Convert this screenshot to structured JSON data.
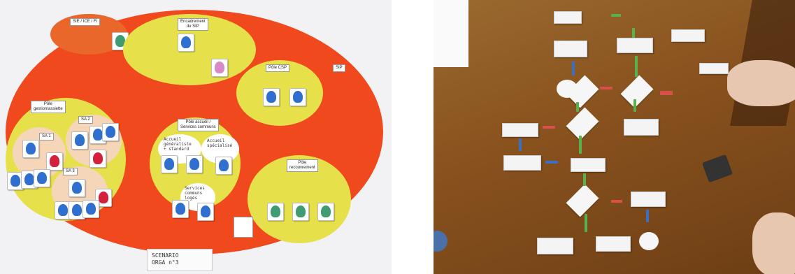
{
  "left_photo": {
    "labels": {
      "sie_ice_fi": "SIE / ICE / FI",
      "encadrement": "Encadrement\ndu SIP",
      "sip": "SIP",
      "pole_csp": "Pôle CSP",
      "pole_gestion": "Pôle\ngestion/assiette",
      "sa1": "SA 1",
      "sa2": "SA 2",
      "sa3": "SA 3",
      "pole_accueil": "Pôle accueil /\nServices communs",
      "accueil_generaliste": "Accueil\ngénéraliste\n+ standard",
      "accueil_specialise": "Accueil\nspécialisé",
      "services_communs": "Services\ncommuns\nlogés",
      "pole_recouvrement": "Pôle\nrecouvrement",
      "scenario": "SCENARIO\nORGA n°3"
    },
    "colors": {
      "background_oval": "#f0491e",
      "top_oval": "#e9672a",
      "pole_yellow": "#e6e14a",
      "sa_beige": "#f6d6b8",
      "figure_blue": "#2f6fd0",
      "figure_red": "#d4203a",
      "figure_green": "#3f9b72",
      "figure_pink": "#d88ac8"
    }
  },
  "right_photo": {
    "colors": {
      "table_wood": "#8a531f",
      "card_white": "#f4f4f4",
      "connector_green": "#59b04d",
      "connector_red": "#d8504a",
      "connector_blue": "#3c6fc2"
    }
  }
}
